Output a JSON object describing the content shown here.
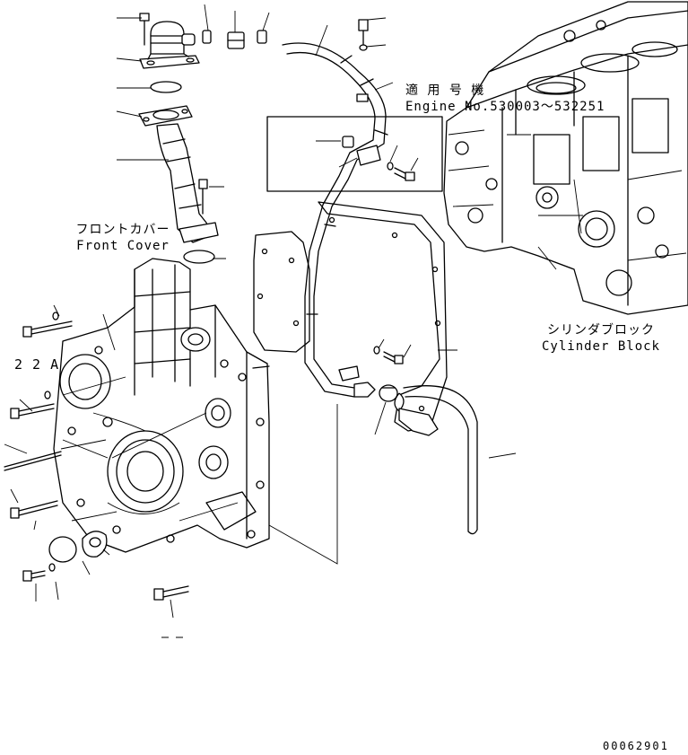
{
  "labels": {
    "applicable_ja": "適 用 号 機",
    "applicable_en": "Engine No.530003～532251",
    "front_cover_ja": "フロントカバー",
    "front_cover_en": "Front Cover",
    "cylinder_block_ja": "シリンダブロック",
    "cylinder_block_en": "Cylinder Block",
    "part_22a": "2 2 A",
    "drawing_number": "00062901"
  }
}
